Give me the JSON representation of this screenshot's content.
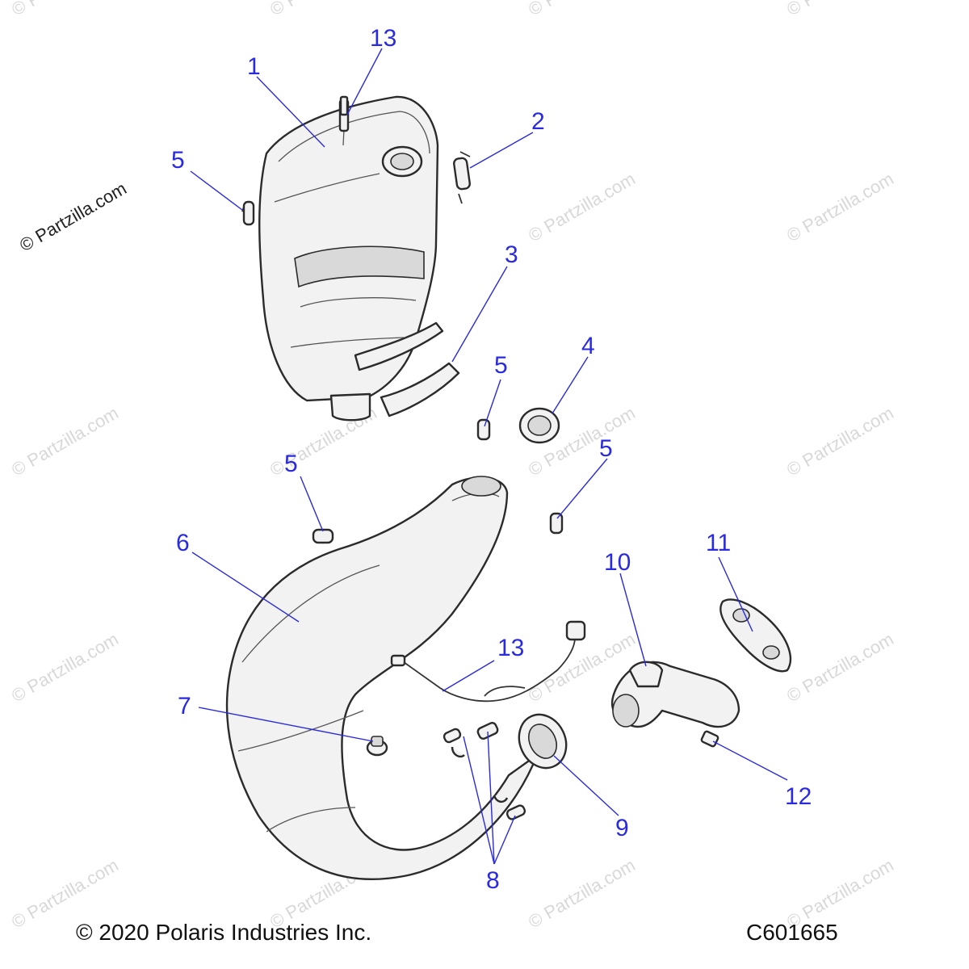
{
  "callouts": [
    {
      "id": "c1",
      "text": "1"
    },
    {
      "id": "c13a",
      "text": "13"
    },
    {
      "id": "c2",
      "text": "2"
    },
    {
      "id": "c5a",
      "text": "5"
    },
    {
      "id": "c3",
      "text": "3"
    },
    {
      "id": "c5b",
      "text": "5"
    },
    {
      "id": "c4",
      "text": "4"
    },
    {
      "id": "c5c",
      "text": "5"
    },
    {
      "id": "c5d",
      "text": "5"
    },
    {
      "id": "c6",
      "text": "6"
    },
    {
      "id": "c10",
      "text": "10"
    },
    {
      "id": "c11",
      "text": "11"
    },
    {
      "id": "c13b",
      "text": "13"
    },
    {
      "id": "c7",
      "text": "7"
    },
    {
      "id": "c9",
      "text": "9"
    },
    {
      "id": "c12",
      "text": "12"
    },
    {
      "id": "c8",
      "text": "8"
    }
  ],
  "footer": {
    "copyright": "© 2020 Polaris Industries Inc.",
    "figure_code": "C601665"
  },
  "watermark": {
    "text": "© Partzilla.com"
  }
}
